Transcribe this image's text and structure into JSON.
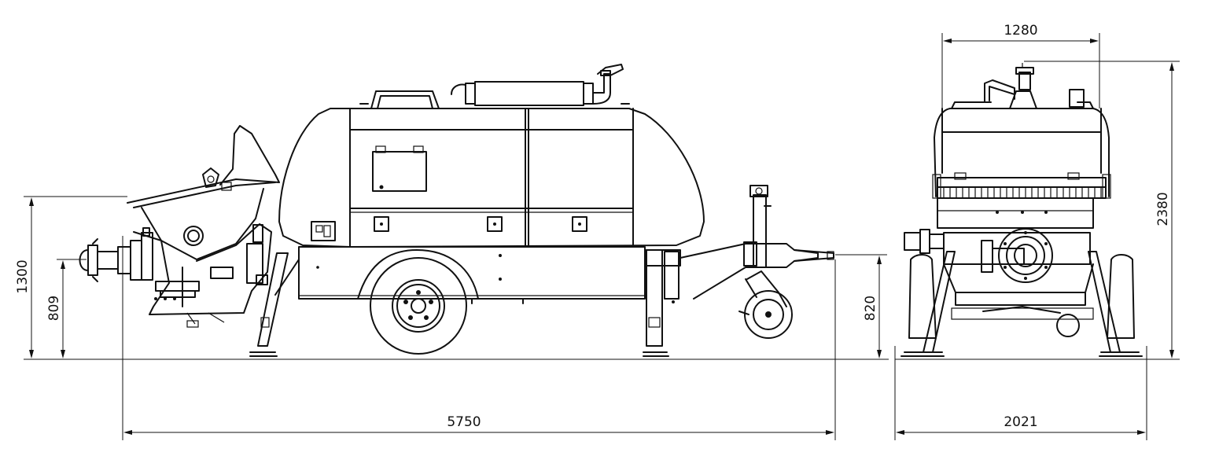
{
  "drawing": {
    "side_view": {
      "overall_length": "5750",
      "overall_height": "1300",
      "outlet_height": "809",
      "hitch_height": "820"
    },
    "rear_view": {
      "top_width": "1280",
      "overall_width": "2021",
      "overall_height": "2380"
    }
  },
  "colors": {
    "line": "#111111",
    "background": "#ffffff"
  }
}
